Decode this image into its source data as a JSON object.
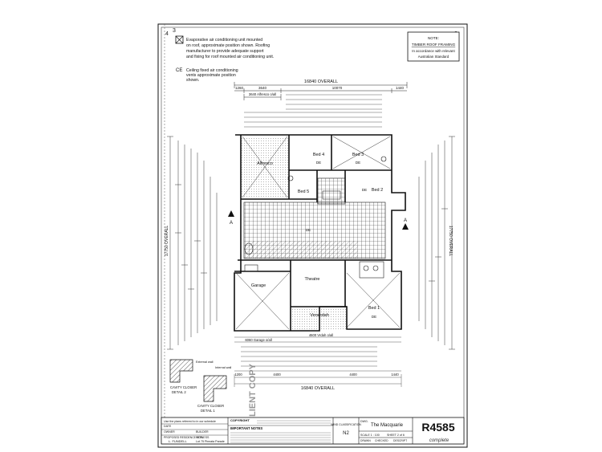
{
  "legend": {
    "aircon_symbol": "AC",
    "ac_note": [
      "Evaporative air conditioning unit mounted",
      "on roof, approximate position shown. Roofing",
      "manufacturer to provide adequate support",
      "and fixing for roof mounted air conditioning unit."
    ],
    "ceiling_symbol": "CE",
    "ceiling_note": [
      "Ceiling fixed air conditioning",
      "vents approximate position",
      "shown."
    ]
  },
  "note_box": [
    "NOTE:",
    "TIMBER ROOF FRAMING",
    "In accordance with relevant",
    "Australian Standard"
  ],
  "dimensions": {
    "overall_top": "16840 OVERALL",
    "overall_bottom": "16840 OVERALL",
    "overall_left": "17750 OVERALL",
    "overall_right": "17750 OVERALL",
    "top_segments": [
      "1260",
      "3640",
      "10070",
      "1440"
    ],
    "alfresco_width": "3640 Alfresco o/all",
    "garage_width": "6060 Garage o/all",
    "vrdah_width": "4600 Vrdah o/all",
    "bottom_segments": [
      "1200",
      "4400",
      "4400",
      "1440"
    ]
  },
  "rooms": {
    "bed4": "Bed 4",
    "bed3": "Bed 3",
    "bed2": "Bed 2",
    "bed5": "Bed 5",
    "bed1": "Bed 1",
    "alfresco": "Alfresco",
    "garage": "Garage",
    "theatre": "Theatre",
    "verandah": "Verandah",
    "de": "DE",
    "ac": "AC"
  },
  "section_marker": "A",
  "watermark": "CLIENT COPY",
  "cavity": {
    "detail2": [
      "CAVITY CLOSER",
      "DETAIL 2"
    ],
    "detail1": [
      "CAVITY CLOSER",
      "DETAIL 1"
    ],
    "external_wall": "External wall",
    "internal_wall": "Internal wall"
  },
  "corner_marks": [
    "4",
    "3",
    "3"
  ],
  "title_block": {
    "approval": "Use the plans referred to in our schedule",
    "owner_label": "OWNER",
    "builder_label": "BUILDER",
    "witness_label": "WITNESS",
    "date_label": "DATE",
    "proposed_label": "PROPOSED RESIDENCE FOR",
    "client": "L. FUNDELL",
    "lot": "Lot 75 Pinnata Parade",
    "copyright_heading": "COPYRIGHT",
    "important_notes": "IMPORTANT NOTES",
    "wind_heading": "WIND CLASSIFICATION",
    "wind_value": "N2",
    "dwg_label": "DWG.",
    "dwg_title": "The Macquarie",
    "scale": "SCALE 1 : 100",
    "sheet": "SHEET 2 of 6",
    "drawn": "DRAWN",
    "checked": "CHECKED",
    "description": "DESCRIPT",
    "job_number": "R4585",
    "brand": "complete"
  }
}
